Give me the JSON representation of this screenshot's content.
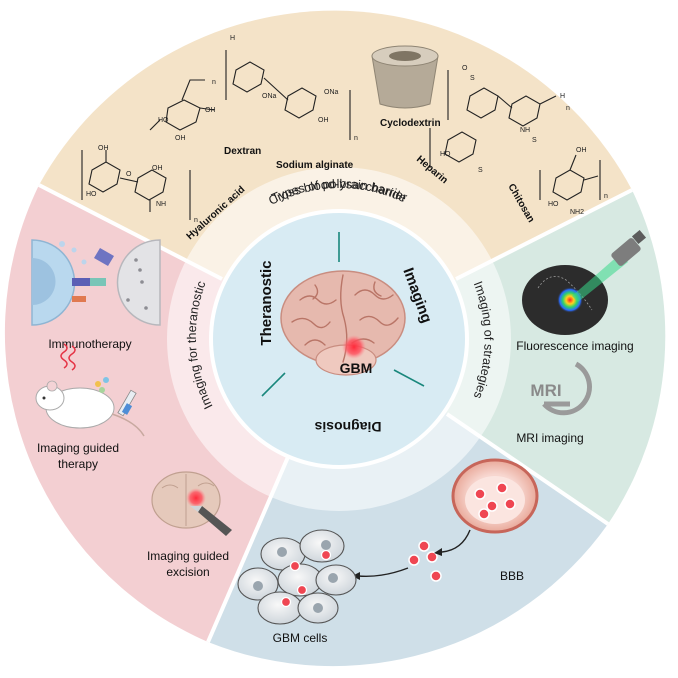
{
  "colors": {
    "polysaccharide_bg": "#f4e3c8",
    "imaging_bg": "#d7e9e2",
    "bbb_bg": "#cfdfe8",
    "theranostic_bg": "#f3cfd2",
    "inner_circle": "#d8ebf3",
    "brain": "#e6b9ae",
    "highlight": "#ef2b3a",
    "divider": "#19877c"
  },
  "center": {
    "label": "GBM",
    "theranostic": "Theranostic",
    "imaging": "Imaging",
    "diagnosis": "Diagnosis"
  },
  "ring_labels": {
    "polysaccharide": "Types of polysaccharide",
    "imaging_strategies": "Imaging of strategies",
    "cross_bbb": "Cross blood-brain barrier",
    "imaging_theranostic": "Imaging for theranostic"
  },
  "polysaccharides": {
    "hyaluronic_acid": "Hyaluronic acid",
    "dextran": "Dextran",
    "sodium_alginate": "Sodium alginate",
    "cyclodextrin": "Cyclodextrin",
    "heparin": "Heparin",
    "chitosan": "Chitosan"
  },
  "chem_marks": {
    "oh": "OH",
    "ho": "HO",
    "h": "H",
    "o": "O",
    "n": "n",
    "ona": "ONa",
    "nh2": "NH2",
    "nh": "NH",
    "s": "S"
  },
  "imaging": {
    "fluorescence": "Fluorescence imaging",
    "mri_icon_text": "MRI",
    "mri": "MRI imaging"
  },
  "bbb": {
    "bbb_label": "BBB",
    "gbm_cells": "GBM cells"
  },
  "theranostic": {
    "immunotherapy": "Immunotherapy",
    "guided_therapy_1": "Imaging guided",
    "guided_therapy_2": "therapy",
    "guided_excision_1": "Imaging guided",
    "guided_excision_2": "excision"
  }
}
